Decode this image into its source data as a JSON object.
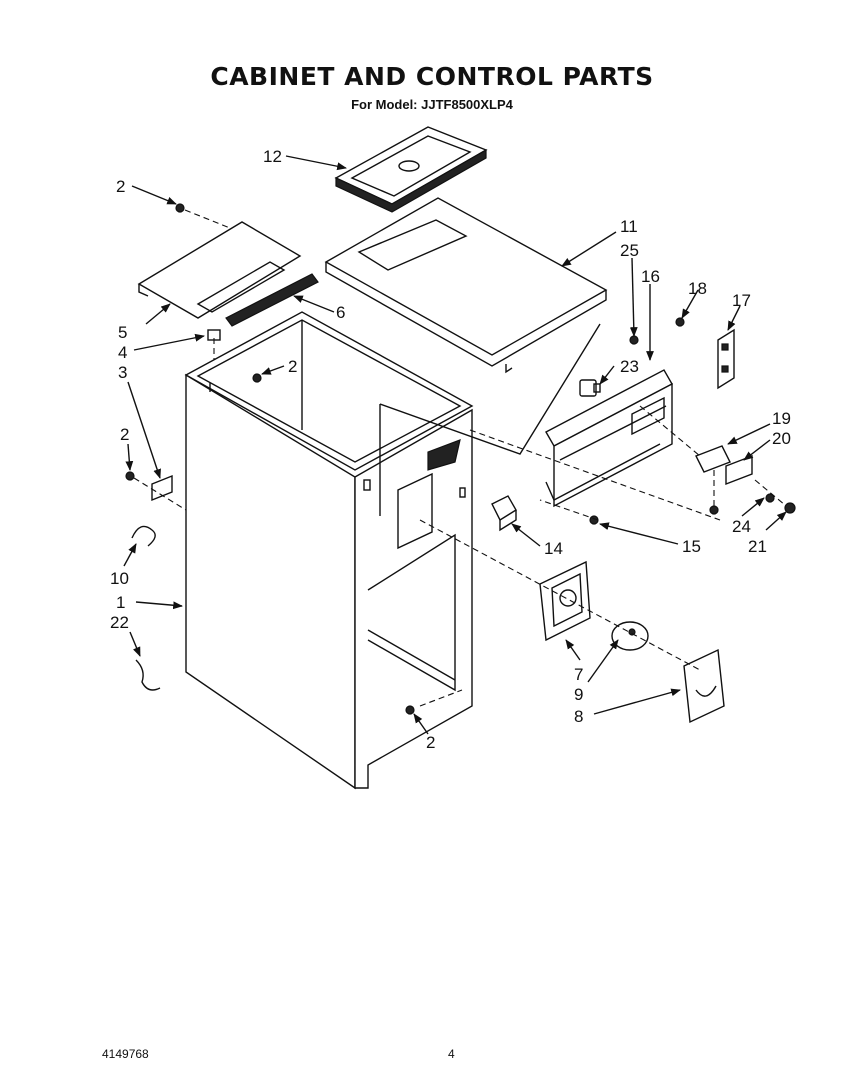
{
  "header": {
    "title": "CABINET AND CONTROL PARTS",
    "subtitle": "For Model: JJTF8500XLP4"
  },
  "footer": {
    "doc_number": "4149768",
    "page_number": "4"
  },
  "callouts": [
    {
      "id": "c12",
      "label": "12"
    },
    {
      "id": "c2a",
      "label": "2"
    },
    {
      "id": "c11",
      "label": "11"
    },
    {
      "id": "c25",
      "label": "25"
    },
    {
      "id": "c16",
      "label": "16"
    },
    {
      "id": "c18",
      "label": "18"
    },
    {
      "id": "c17",
      "label": "17"
    },
    {
      "id": "c6",
      "label": "6"
    },
    {
      "id": "c5",
      "label": "5"
    },
    {
      "id": "c4",
      "label": "4"
    },
    {
      "id": "c2b",
      "label": "2"
    },
    {
      "id": "c3",
      "label": "3"
    },
    {
      "id": "c23",
      "label": "23"
    },
    {
      "id": "c19",
      "label": "19"
    },
    {
      "id": "c20",
      "label": "20"
    },
    {
      "id": "c2c",
      "label": "2"
    },
    {
      "id": "c14",
      "label": "14"
    },
    {
      "id": "c15",
      "label": "15"
    },
    {
      "id": "c24",
      "label": "24"
    },
    {
      "id": "c21",
      "label": "21"
    },
    {
      "id": "c10",
      "label": "10"
    },
    {
      "id": "c1",
      "label": "1"
    },
    {
      "id": "c22",
      "label": "22"
    },
    {
      "id": "c7",
      "label": "7"
    },
    {
      "id": "c9",
      "label": "9"
    },
    {
      "id": "c8",
      "label": "8"
    },
    {
      "id": "c2d",
      "label": "2"
    }
  ]
}
